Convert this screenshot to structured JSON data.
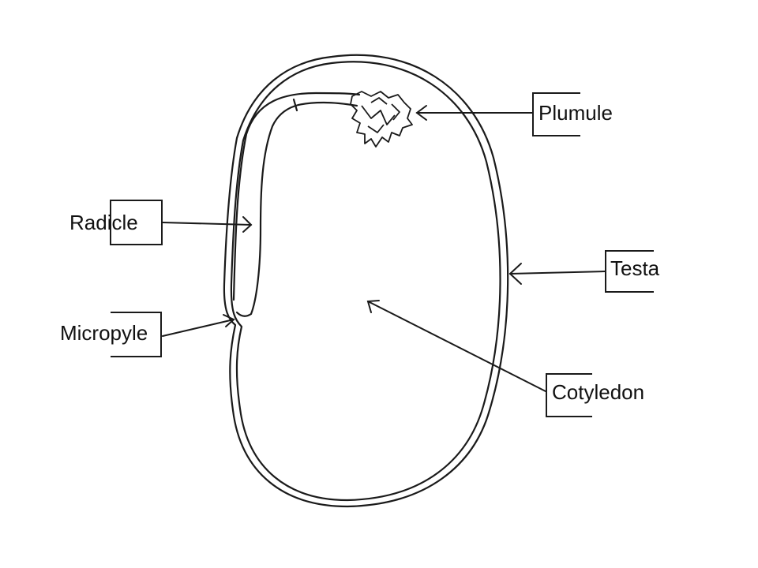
{
  "labels": {
    "plumule": "Plumule",
    "radicle": "Radicle",
    "testa": "Testa",
    "micropyle": "Micropyle",
    "cotyledon": "Cotyledon"
  },
  "colors": {
    "ink": "#1a1a1a",
    "background": "#ffffff"
  }
}
